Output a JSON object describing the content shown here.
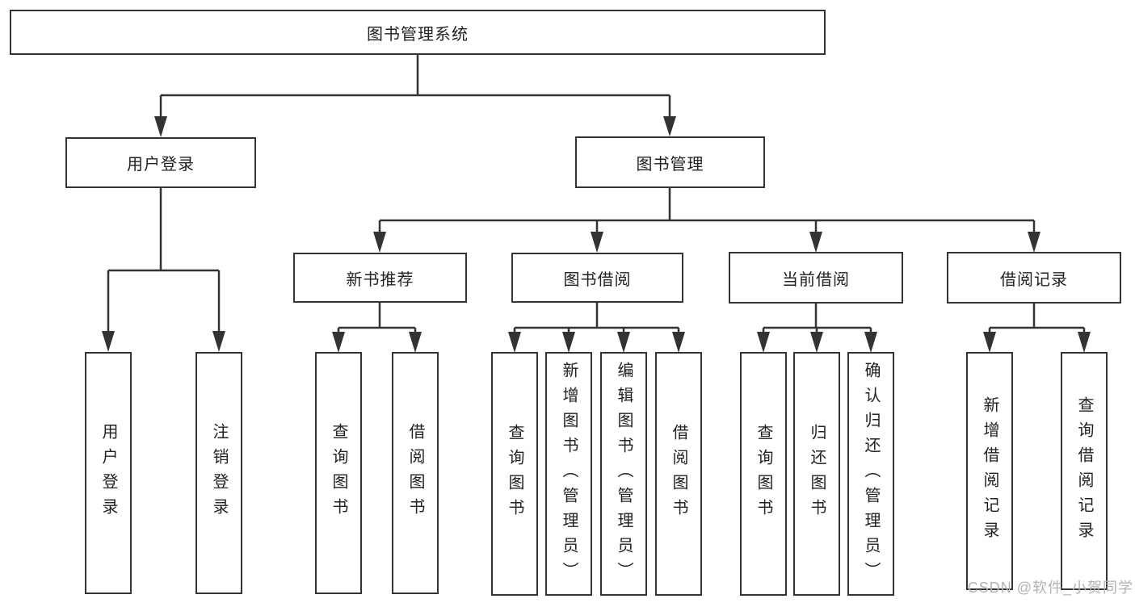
{
  "diagram": {
    "type": "hierarchy",
    "line_color": "#333333",
    "box_background": "#ffffff",
    "text_color": "#222222",
    "root": {
      "label": "图书管理系统",
      "children": [
        {
          "label": "用户登录",
          "children": [
            {
              "label": "用户登录"
            },
            {
              "label": "注销登录"
            }
          ]
        },
        {
          "label": "图书管理",
          "children": [
            {
              "label": "新书推荐",
              "children": [
                {
                  "label": "查询图书"
                },
                {
                  "label": "借阅图书"
                }
              ]
            },
            {
              "label": "图书借阅",
              "children": [
                {
                  "label": "查询图书"
                },
                {
                  "label": "新增图书（管理员）"
                },
                {
                  "label": "编辑图书（管理员）"
                },
                {
                  "label": "借阅图书"
                }
              ]
            },
            {
              "label": "当前借阅",
              "children": [
                {
                  "label": "查询图书"
                },
                {
                  "label": "归还图书"
                },
                {
                  "label": "确认归还（管理员）"
                }
              ]
            },
            {
              "label": "借阅记录",
              "children": [
                {
                  "label": "新增借阅记录"
                },
                {
                  "label": "查询借阅记录"
                }
              ]
            }
          ]
        }
      ]
    }
  },
  "watermark": {
    "text": "CSDN @软件_小贺同学",
    "color": "#b3b3b3"
  }
}
